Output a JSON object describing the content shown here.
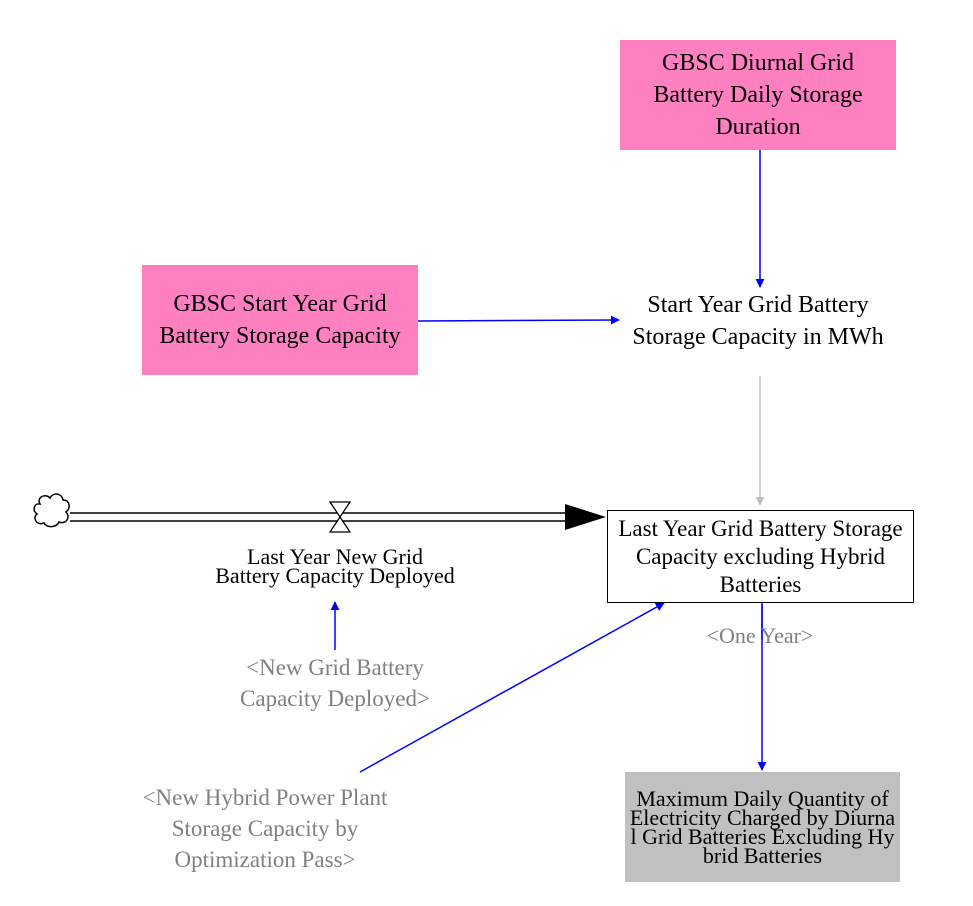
{
  "nodes": {
    "gbsc_duration": "GBSC Diurnal Grid Battery Daily Storage Duration",
    "gbsc_start_capacity": "GBSC Start Year Grid Battery Storage Capacity",
    "start_year_mwh": "Start Year Grid Battery Storage Capacity in MWh",
    "last_year_stock": "Last Year Grid Battery Storage Capacity excluding Hybrid Batteries",
    "last_year_flow": "Last Year New Grid Battery Capacity Deployed",
    "shadow_new_grid": "<New Grid Battery Capacity Deployed>",
    "shadow_one_year": "<One Year>",
    "shadow_hybrid": "<New Hybrid Power Plant Storage Capacity by Optimization Pass>",
    "max_daily": "Maximum Daily Quantity of Electricity Charged by Diurnal Grid Batteries Excluding Hybrid Batteries"
  },
  "colors": {
    "arrow_blue": "#0000ff",
    "arrow_gray": "#c0c0c0",
    "input_pink": "#ff80c0",
    "output_gray": "#c0c0c0",
    "shadow_text": "#808080"
  }
}
